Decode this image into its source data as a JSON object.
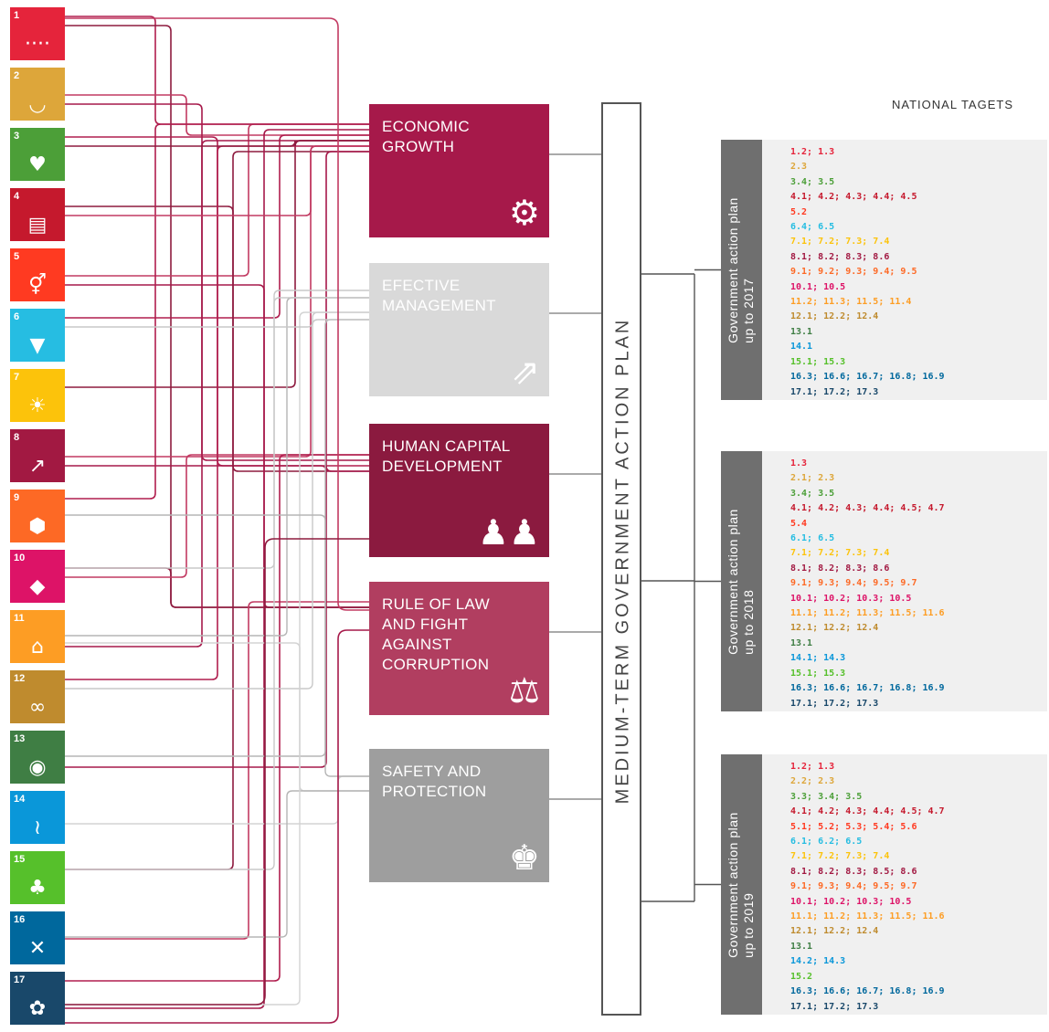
{
  "sdg_icons": [
    {
      "num": "1",
      "color": "#E5243B",
      "icon": "people-icon",
      "glyph": "····"
    },
    {
      "num": "2",
      "color": "#DDA63A",
      "icon": "bowl-icon",
      "glyph": "◡"
    },
    {
      "num": "3",
      "color": "#4C9F38",
      "icon": "heartbeat-icon",
      "glyph": "♥"
    },
    {
      "num": "4",
      "color": "#C5192D",
      "icon": "book-icon",
      "glyph": "▤"
    },
    {
      "num": "5",
      "color": "#FF3A21",
      "icon": "gender-icon",
      "glyph": "⚥"
    },
    {
      "num": "6",
      "color": "#26BDE2",
      "icon": "water-icon",
      "glyph": "▼"
    },
    {
      "num": "7",
      "color": "#FCC30B",
      "icon": "sun-icon",
      "glyph": "☀"
    },
    {
      "num": "8",
      "color": "#A21942",
      "icon": "growth-chart-icon",
      "glyph": "↗"
    },
    {
      "num": "9",
      "color": "#FD6925",
      "icon": "cubes-icon",
      "glyph": "⬢"
    },
    {
      "num": "10",
      "color": "#DD1367",
      "icon": "equality-icon",
      "glyph": "◆"
    },
    {
      "num": "11",
      "color": "#FD9D24",
      "icon": "city-icon",
      "glyph": "⌂"
    },
    {
      "num": "12",
      "color": "#BF8B2E",
      "icon": "infinity-icon",
      "glyph": "∞"
    },
    {
      "num": "13",
      "color": "#3F7E44",
      "icon": "eye-icon",
      "glyph": "◉"
    },
    {
      "num": "14",
      "color": "#0A97D9",
      "icon": "fish-icon",
      "glyph": "≀"
    },
    {
      "num": "15",
      "color": "#56C02B",
      "icon": "tree-icon",
      "glyph": "♣"
    },
    {
      "num": "16",
      "color": "#00689D",
      "icon": "dove-icon",
      "glyph": "✕"
    },
    {
      "num": "17",
      "color": "#19486A",
      "icon": "flower-icon",
      "glyph": "✿"
    }
  ],
  "pillars": [
    {
      "label": "ECONOMIC\nGROWTH",
      "color": "#A6194A",
      "icon": "sdg-wheel-icon",
      "glyph": "⚙"
    },
    {
      "label": "EFECTIVE\nMANAGEMENT",
      "color": "#D9D9D9",
      "icon": "growth-chart-icon",
      "glyph": "⇗"
    },
    {
      "label": "HUMAN CAPITAL\nDEVELOPMENT",
      "color": "#8B1A3F",
      "icon": "people-icon",
      "glyph": "♟♟"
    },
    {
      "label": "RULE OF LAW\nAND FIGHT\nAGAINST\nCORRUPTION",
      "color": "#B13E60",
      "icon": "scales-icon",
      "glyph": "⚖"
    },
    {
      "label": "SAFETY AND\nPROTECTION",
      "color": "#9E9E9E",
      "icon": "officer-icon",
      "glyph": "♚"
    }
  ],
  "plan_label": "MEDIUM-TERM GOVERNMENT ACTION PLAN",
  "national_targets_title": "NATIONAL TAGETS",
  "goal_colors": {
    "1": "#E5243B",
    "2": "#DDA63A",
    "3": "#4C9F38",
    "4": "#C5192D",
    "5": "#FF3A21",
    "6": "#26BDE2",
    "7": "#FCC30B",
    "8": "#A21942",
    "9": "#FD6925",
    "10": "#DD1367",
    "11": "#FD9D24",
    "12": "#BF8B2E",
    "13": "#3F7E44",
    "14": "#0A97D9",
    "15": "#56C02B",
    "16": "#00689D",
    "17": "#19486A"
  },
  "action_plans": [
    {
      "label_line1": "Government action plan",
      "label_line2": "up to 2017",
      "targets": [
        {
          "goal": "1",
          "text": "1.2; 1.3"
        },
        {
          "goal": "2",
          "text": "2.3"
        },
        {
          "goal": "3",
          "text": "3.4; 3.5"
        },
        {
          "goal": "4",
          "text": "4.1; 4.2; 4.3; 4.4; 4.5"
        },
        {
          "goal": "5",
          "text": "5.2"
        },
        {
          "goal": "6",
          "text": "6.4; 6.5"
        },
        {
          "goal": "7",
          "text": "7.1; 7.2; 7.3; 7.4"
        },
        {
          "goal": "8",
          "text": "8.1; 8.2; 8.3; 8.6"
        },
        {
          "goal": "9",
          "text": "9.1; 9.2; 9.3; 9.4; 9.5"
        },
        {
          "goal": "10",
          "text": "10.1; 10.5"
        },
        {
          "goal": "11",
          "text": "11.2; 11.3; 11.5; 11.4"
        },
        {
          "goal": "12",
          "text": "12.1; 12.2; 12.4"
        },
        {
          "goal": "13",
          "text": "13.1"
        },
        {
          "goal": "14",
          "text": "14.1"
        },
        {
          "goal": "15",
          "text": "15.1; 15.3"
        },
        {
          "goal": "16",
          "text": "16.3; 16.6; 16.7; 16.8; 16.9"
        },
        {
          "goal": "17",
          "text": "17.1; 17.2; 17.3"
        }
      ]
    },
    {
      "label_line1": "Government action plan",
      "label_line2": "up to 2018",
      "targets": [
        {
          "goal": "1",
          "text": "1.3"
        },
        {
          "goal": "2",
          "text": "2.1; 2.3"
        },
        {
          "goal": "3",
          "text": "3.4; 3.5"
        },
        {
          "goal": "4",
          "text": "4.1; 4.2; 4.3; 4.4; 4.5; 4.7"
        },
        {
          "goal": "5",
          "text": "5.4"
        },
        {
          "goal": "6",
          "text": "6.1; 6.5"
        },
        {
          "goal": "7",
          "text": "7.1; 7.2; 7.3; 7.4"
        },
        {
          "goal": "8",
          "text": "8.1; 8.2; 8.3; 8.6"
        },
        {
          "goal": "9",
          "text": "9.1; 9.3; 9.4; 9.5; 9.7"
        },
        {
          "goal": "10",
          "text": "10.1; 10.2; 10.3; 10.5"
        },
        {
          "goal": "11",
          "text": "11.1; 11.2; 11.3; 11.5; 11.6"
        },
        {
          "goal": "12",
          "text": "12.1; 12.2; 12.4"
        },
        {
          "goal": "13",
          "text": "13.1"
        },
        {
          "goal": "14",
          "text": "14.1; 14.3"
        },
        {
          "goal": "15",
          "text": "15.1; 15.3"
        },
        {
          "goal": "16",
          "text": "16.3; 16.6; 16.7; 16.8; 16.9"
        },
        {
          "goal": "17",
          "text": "17.1; 17.2; 17.3"
        }
      ]
    },
    {
      "label_line1": "Government action plan",
      "label_line2": "up to 2019",
      "targets": [
        {
          "goal": "1",
          "text": "1.2; 1.3"
        },
        {
          "goal": "2",
          "text": "2.2; 2.3"
        },
        {
          "goal": "3",
          "text": "3.3; 3.4; 3.5"
        },
        {
          "goal": "4",
          "text": "4.1; 4.2; 4.3; 4.4; 4.5; 4.7"
        },
        {
          "goal": "5",
          "text": "5.1; 5.2; 5.3; 5.4; 5.6"
        },
        {
          "goal": "6",
          "text": "6.1; 6.2; 6.5"
        },
        {
          "goal": "7",
          "text": "7.1; 7.2; 7.3; 7.4"
        },
        {
          "goal": "8",
          "text": "8.1; 8.2; 8.3; 8.5; 8.6"
        },
        {
          "goal": "9",
          "text": "9.1; 9.3; 9.4; 9.5; 9.7"
        },
        {
          "goal": "10",
          "text": "10.1; 10.2; 10.3; 10.5"
        },
        {
          "goal": "11",
          "text": "11.1; 11.2; 11.3; 11.5; 11.6"
        },
        {
          "goal": "12",
          "text": "12.1; 12.2; 12.4"
        },
        {
          "goal": "13",
          "text": "13.1"
        },
        {
          "goal": "14",
          "text": "14.2; 14.3"
        },
        {
          "goal": "15",
          "text": "15.2"
        },
        {
          "goal": "16",
          "text": "16.3; 16.6; 16.7; 16.8; 16.9"
        },
        {
          "goal": "17",
          "text": "17.1; 17.2; 17.3"
        }
      ]
    }
  ]
}
